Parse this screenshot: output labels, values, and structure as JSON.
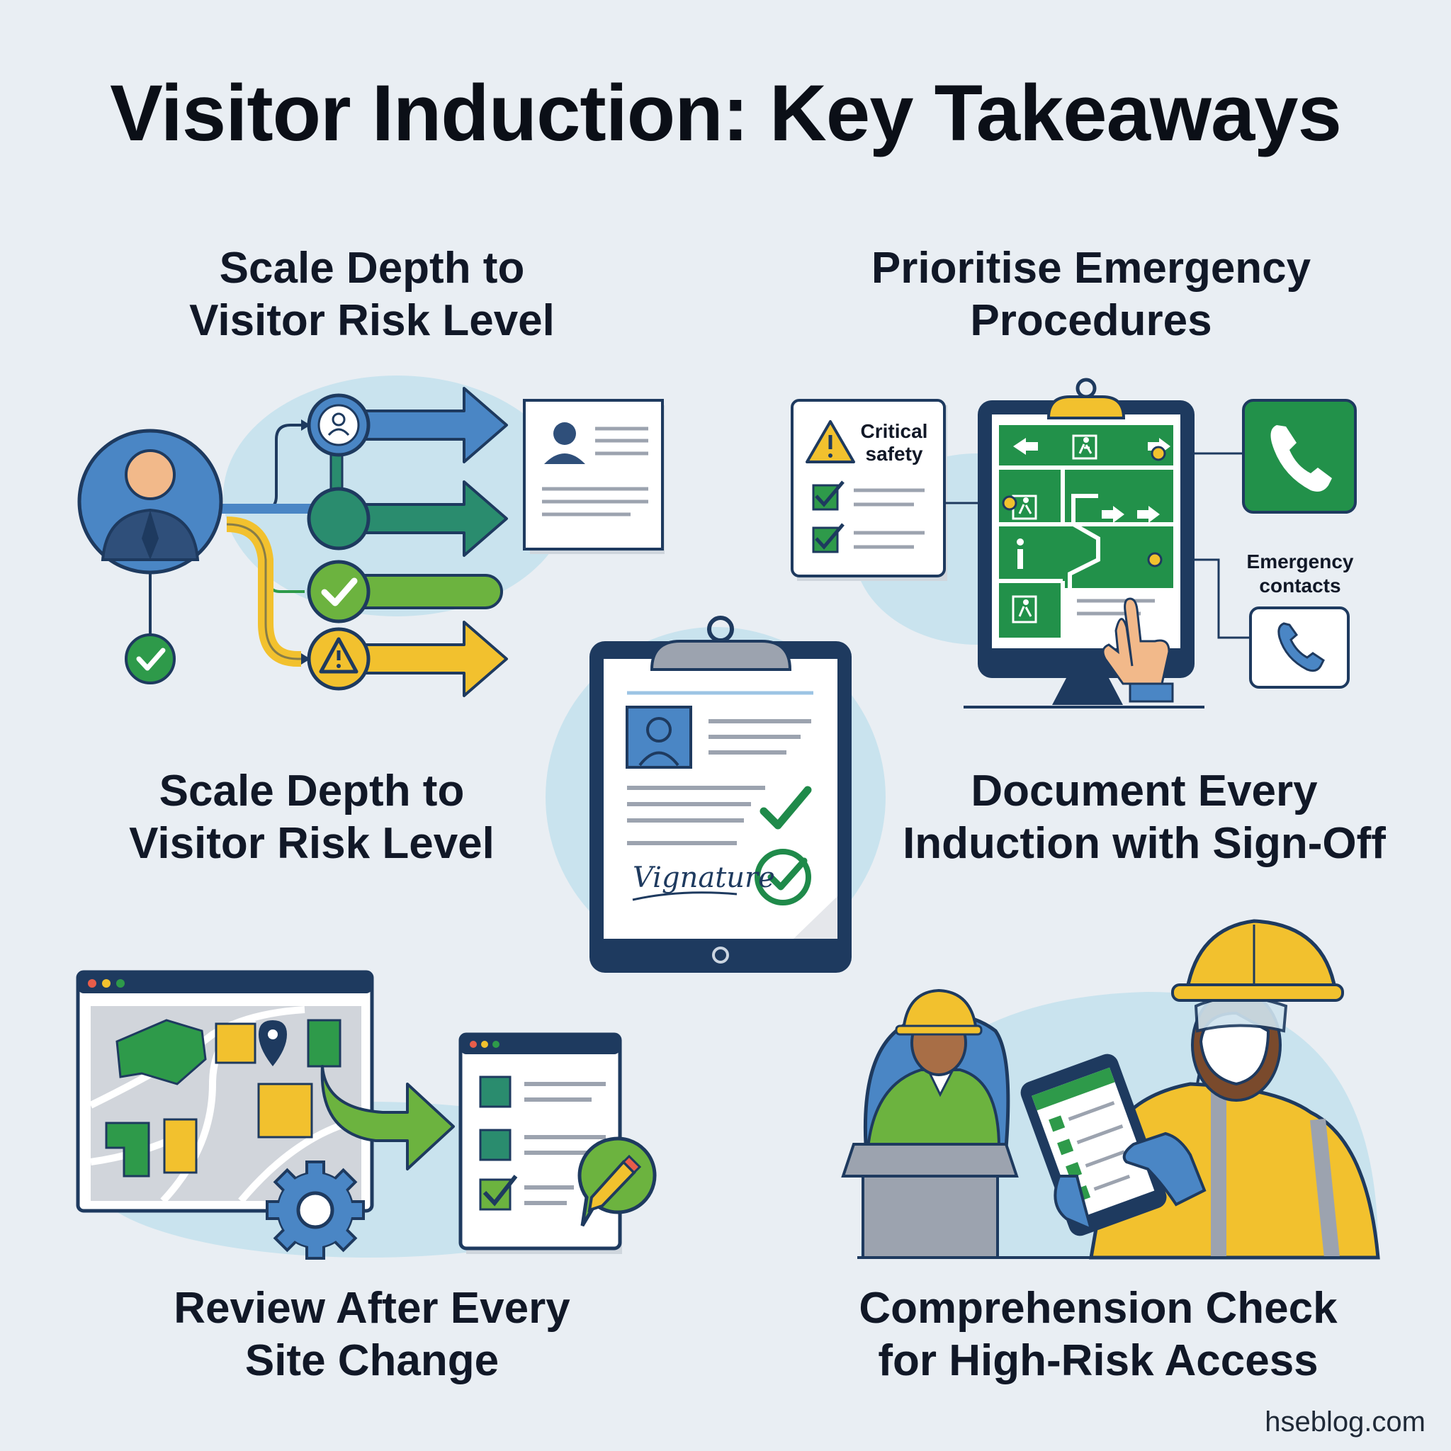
{
  "title": "Visitor Induction: Key Takeaways",
  "sections": [
    {
      "line1": "Scale Depth to",
      "line2": "Visitor Risk Level"
    },
    {
      "line1": "Prioritise Emergency",
      "line2": "Procedures"
    },
    {
      "line1": "Scale Depth to",
      "line2": "Visitor Risk Level"
    },
    {
      "line1": "Document Every",
      "line2": "Induction with Sign-Off"
    },
    {
      "line1": "Review After Every",
      "line2": "Site Change"
    },
    {
      "line1": "Comprehension Check",
      "line2": "for High-Risk Access"
    }
  ],
  "illustration_text": {
    "critical_line1": "Critical",
    "critical_line2": "safety",
    "contacts_line1": "Emergency",
    "contacts_line2": "contacts",
    "signature": "Vignature"
  },
  "watermark": "hseblog.com",
  "colors": {
    "navy": "#1e3a5f",
    "blue": "#4a86c5",
    "green": "#2e9a4a",
    "teal": "#2a8c6e",
    "yellow": "#f2c12e",
    "light_blue": "#c9e3ee",
    "background": "#e9eef3"
  },
  "icons": [
    "person-icon",
    "check-icon",
    "warning-icon",
    "phone-icon",
    "exit-sign-icon",
    "gear-icon",
    "pencil-icon",
    "map-pin-icon",
    "clipboard-icon",
    "hard-hat-icon",
    "tablet-icon"
  ]
}
